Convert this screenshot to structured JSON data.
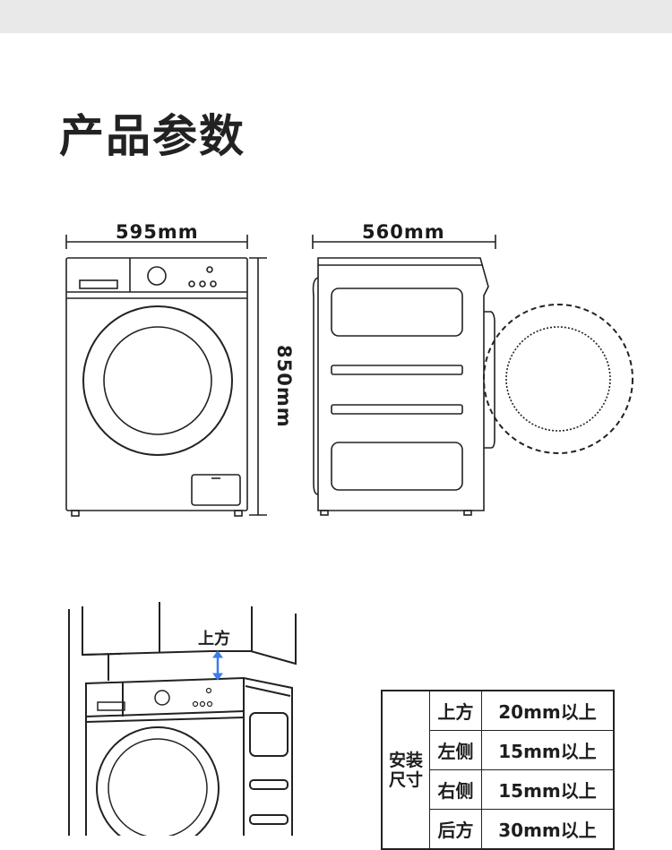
{
  "title": "产品参数",
  "dimensions": {
    "width": "595mm",
    "depth": "560mm",
    "height": "850mm"
  },
  "installation": {
    "up_label": "上方",
    "table_header": "安装尺寸",
    "rows": [
      {
        "side": "上方",
        "value": "20mm以上"
      },
      {
        "side": "左侧",
        "value": "15mm以上"
      },
      {
        "side": "右侧",
        "value": "15mm以上"
      },
      {
        "side": "后方",
        "value": "30mm以上"
      }
    ],
    "arrow_color": "#3b7de8"
  }
}
